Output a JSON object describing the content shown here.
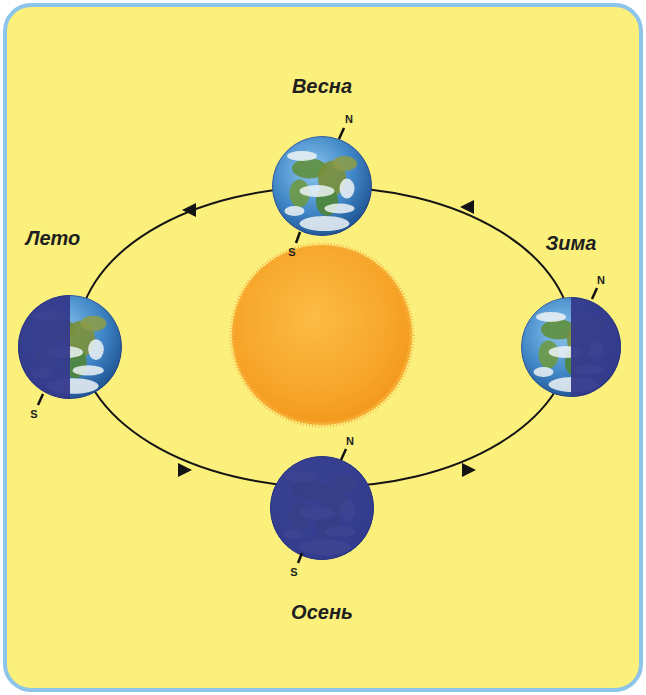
{
  "diagram": {
    "labels": [
      "Весна",
      "N",
      "S",
      "Лето",
      "S",
      "Зима",
      "N",
      "Осень",
      "N",
      "S"
    ]
  }
}
